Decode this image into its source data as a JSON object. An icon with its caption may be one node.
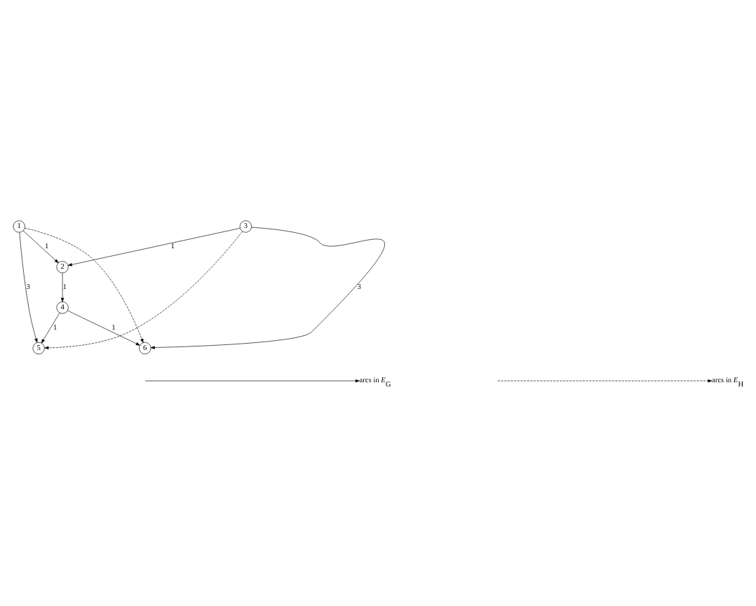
{
  "diagram": {
    "nodes": [
      {
        "text": [
          "1"
        ]
      },
      {
        "text": [
          "2"
        ]
      },
      {
        "text": [
          "3"
        ]
      },
      {
        "text": [
          "4"
        ]
      },
      {
        "text": [
          "5"
        ]
      },
      {
        "text": [
          "6"
        ]
      }
    ],
    "edges": [
      {
        "from": 0,
        "to": 1,
        "arrow": "to",
        "label": "1"
      },
      {
        "from": 2,
        "to": 1,
        "arrow": "to",
        "label": "1"
      },
      {
        "from": 0,
        "to": 4,
        "arrow": "to",
        "label": "3"
      },
      {
        "from": 2,
        "to": 5,
        "arrow": "to",
        "label": "3"
      },
      {
        "from": 1,
        "to": 3,
        "arrow": "to",
        "label": "1"
      },
      {
        "from": 3,
        "to": 4,
        "arrow": "to",
        "label": "1"
      },
      {
        "from": 3,
        "to": 5,
        "arrow": "to",
        "label": "1"
      },
      {
        "from": 0,
        "to": 5,
        "arrow": "to",
        "style": "dashed"
      },
      {
        "from": 2,
        "to": 4,
        "arrow": "to",
        "style": "dashed"
      }
    ],
    "legend": [
      {
        "text": "arcs in *E*$_{G}$"
      },
      {
        "text": "arcs in *E*$_{H}$"
      }
    ]
  }
}
